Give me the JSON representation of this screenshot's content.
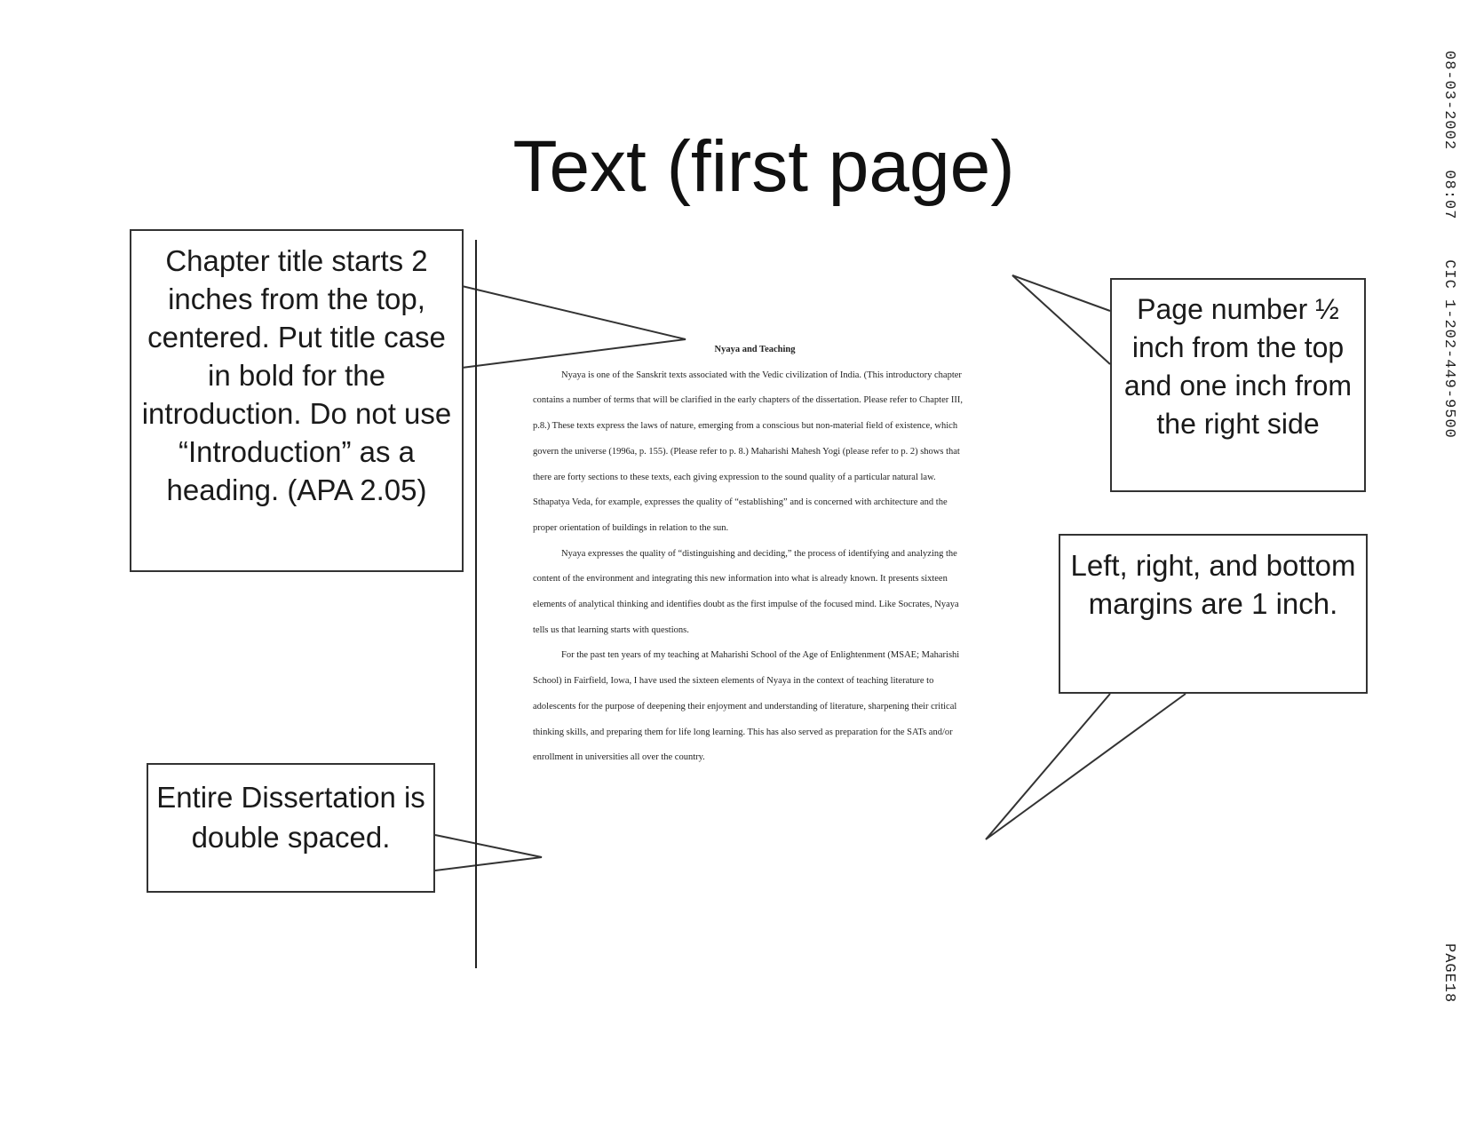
{
  "slide": {
    "title": "Text (first page)"
  },
  "callouts": {
    "chapter_title": "Chapter title starts 2 inches from the top, centered. Put title case in bold for the introduction. Do not use “Introduction” as a heading. (APA 2.05)",
    "double_spaced": "Entire Dissertation is double spaced.",
    "page_number": "Page number ½ inch from the top and one inch from the right side",
    "margins": "Left, right, and bottom margins are 1 inch."
  },
  "sample_page": {
    "heading": "Nyaya and Teaching",
    "paragraphs": [
      "Nyaya is one of the Sanskrit texts associated with the Vedic civilization of India. (This introductory chapter contains a number of terms that will be clarified in the early chapters of the dissertation. Please refer to Chapter III, p.8.) These texts express the laws of nature, emerging from a conscious but non-material field of existence, which govern the universe (1996a, p. 155). (Please refer to p. 8.) Maharishi Mahesh Yogi (please refer to p. 2) shows that there are forty sections to these texts, each giving expression to the sound quality of a particular natural law. Sthapatya Veda, for example, expresses the quality of “establishing” and is concerned with architecture and the proper orientation of buildings in relation to the sun.",
      "Nyaya expresses the quality of “distinguishing and deciding,” the process of identifying and analyzing the content of the environment and integrating this new information into what is already known. It presents sixteen elements of analytical thinking and identifies doubt as the first impulse of the focused mind. Like Socrates, Nyaya tells us that learning starts with questions.",
      "For the past ten years of my teaching at Maharishi School of the Age of Enlightenment (MSAE; Maharishi School) in Fairfield, Iowa, I have used the sixteen elements of Nyaya in the context of teaching literature to adolescents for the purpose of deepening their enjoyment and understanding of literature, sharpening their critical thinking skills, and preparing them for life long learning. This has also served as preparation for the SATs and/or enrollment in universities all over the country."
    ]
  },
  "fax": {
    "header": "08-03-2002  08:07    CIC 1-202-449-9500",
    "page_label": "PAGE18"
  }
}
